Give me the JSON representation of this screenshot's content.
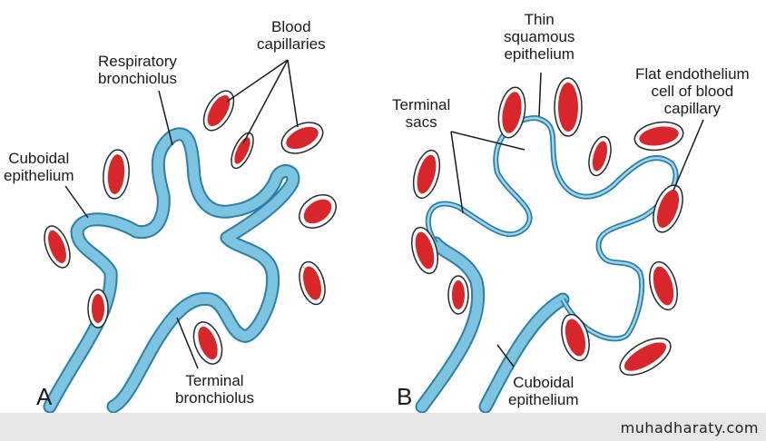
{
  "panelA": {
    "letter": "A",
    "labels": {
      "blood_capillaries": "Blood\ncapillaries",
      "respiratory_bronchiolus": "Respiratory\nbronchiolus",
      "cuboidal_epithelium": "Cuboidal\nepithelium",
      "terminal_bronchiolus": "Terminal\nbronchiolus"
    }
  },
  "panelB": {
    "letter": "B",
    "labels": {
      "thin_squamous_epithelium": "Thin\nsquamous\nepithelium",
      "flat_endothelium": "Flat endothelium\ncell of blood\ncapillary",
      "terminal_sacs": "Terminal\nsacs",
      "cuboidal_epithelium": "Cuboidal\nepithelium"
    }
  },
  "footer": {
    "watermark": "muhadharaty.com"
  },
  "colors": {
    "epithelium_fill": "#7cc4e0",
    "epithelium_stroke": "#2b7fa8",
    "capillary_red": "#d8262b",
    "capillary_outline": "#2a2a2a",
    "background": "#f2f2f2"
  }
}
